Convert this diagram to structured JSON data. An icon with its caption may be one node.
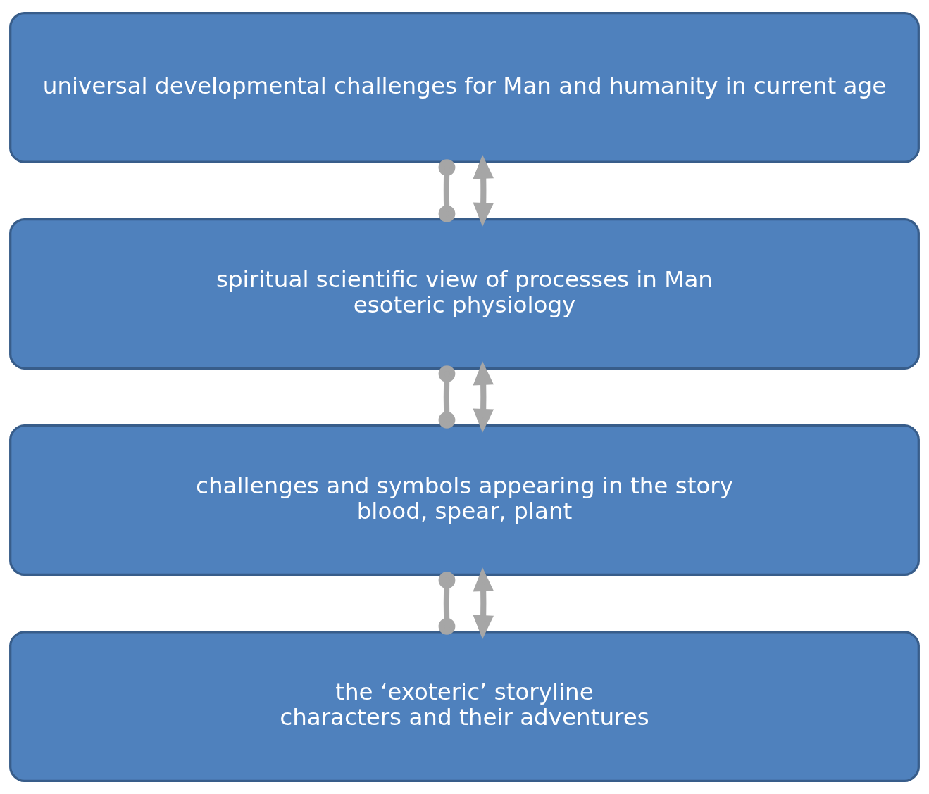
{
  "diagram": {
    "nodes": [
      {
        "text": [
          "universal developmental challenges for Man and humanity in current age"
        ]
      },
      {
        "text": [
          "spiritual scientific view of processes in Man",
          "esoteric physiology"
        ]
      },
      {
        "text": [
          "challenges and symbols appearing in the story",
          "blood, spear, plant"
        ]
      },
      {
        "text": [
          "the ‘exoteric’ storyline",
          "characters and their adventures"
        ]
      }
    ],
    "edges": [
      {
        "from": 0,
        "to": 1,
        "arrow": "other"
      },
      {
        "from": 1,
        "to": 2,
        "arrow": "other"
      },
      {
        "from": 2,
        "to": 3,
        "arrow": "other"
      },
      {
        "from": 0,
        "to": 1,
        "arrow": "both"
      },
      {
        "from": 1,
        "to": 2,
        "arrow": "both"
      },
      {
        "from": 2,
        "to": 3,
        "arrow": "both"
      }
    ]
  }
}
